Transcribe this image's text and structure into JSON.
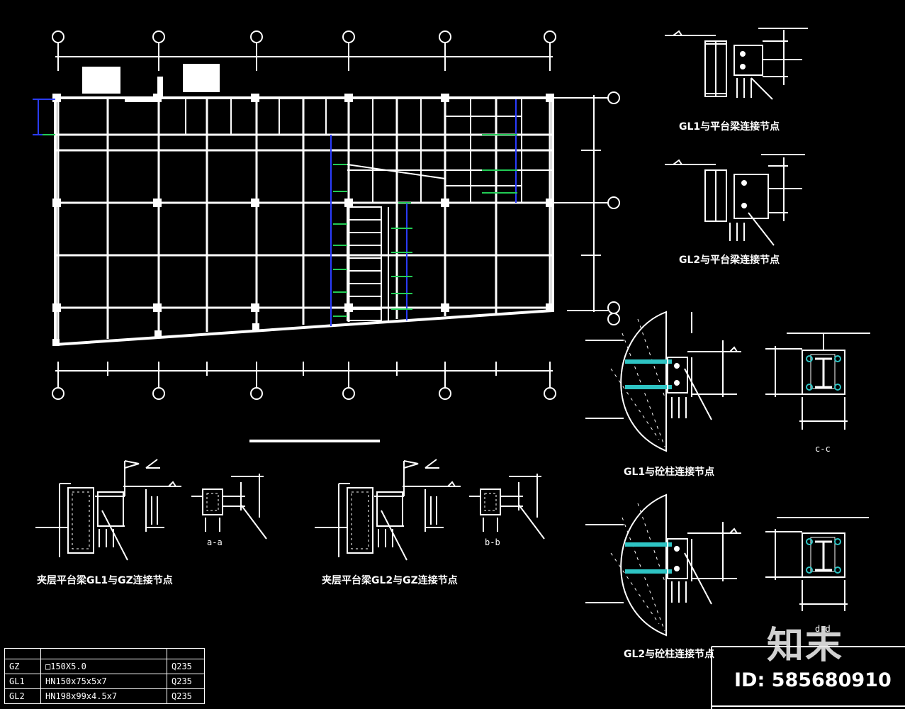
{
  "labels": {
    "gl1_platform_node": "GL1与平台梁连接节点",
    "gl2_platform_node": "GL2与平台梁连接节点",
    "gl1_column_node": "GL1与砼柱连接节点",
    "gl2_column_node": "GL2与砼柱连接节点",
    "mezz_gl1_gz_node": "夹层平台梁GL1与GZ连接节点",
    "mezz_gl2_gz_node": "夹层平台梁GL2与GZ连接节点"
  },
  "sections": {
    "a": "a-a",
    "b": "b-b",
    "c": "c-c",
    "d": "d-d"
  },
  "material_table": {
    "rows": [
      {
        "code": "GZ",
        "spec": "□150X5.0",
        "grade": "Q235"
      },
      {
        "code": "GL1",
        "spec": "HN150x75x5x7",
        "grade": "Q235"
      },
      {
        "code": "GL2",
        "spec": "HN198x99x4.5x7",
        "grade": "Q235"
      }
    ]
  },
  "watermark": {
    "logo": "知末",
    "id_text": "ID: 585680910"
  },
  "colors": {
    "background": "#000000",
    "line": "#ffffff",
    "dimension_blue": "#2a3cff",
    "stair_green": "#22cc55",
    "anchor_cyan": "#2ec4c4"
  }
}
